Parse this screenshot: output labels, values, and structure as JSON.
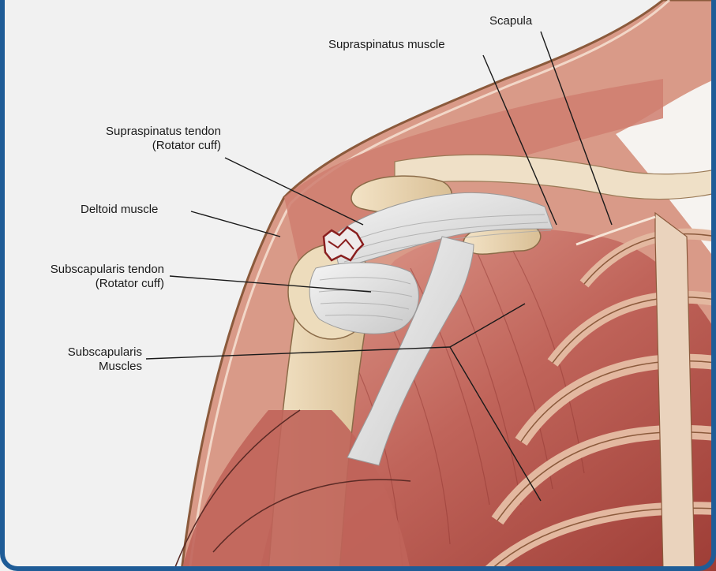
{
  "labels": {
    "scapula": "Scapula",
    "supraspinatus_muscle": "Supraspinatus muscle",
    "supraspinatus_tendon": {
      "line1": "Supraspinatus tendon",
      "line2": "(Rotator cuff)"
    },
    "deltoid_muscle": "Deltoid muscle",
    "subscapularis_tendon": {
      "line1": "Subscapularis tendon",
      "line2": "(Rotator cuff)"
    },
    "subscapularis_muscles": {
      "line1": "Subscapularis",
      "line2": "Muscles"
    }
  },
  "colors": {
    "frame": "#1f5c97",
    "background": "#f2f2f2",
    "skin_outline": "#8b5a3c",
    "muscle": "#b5524a",
    "muscle_light": "#d88a7c",
    "bone": "#e8d2ae",
    "tendon": "#dcdcdc",
    "tear": "#8a1f1f",
    "leader_line": "#1a1a1a"
  }
}
